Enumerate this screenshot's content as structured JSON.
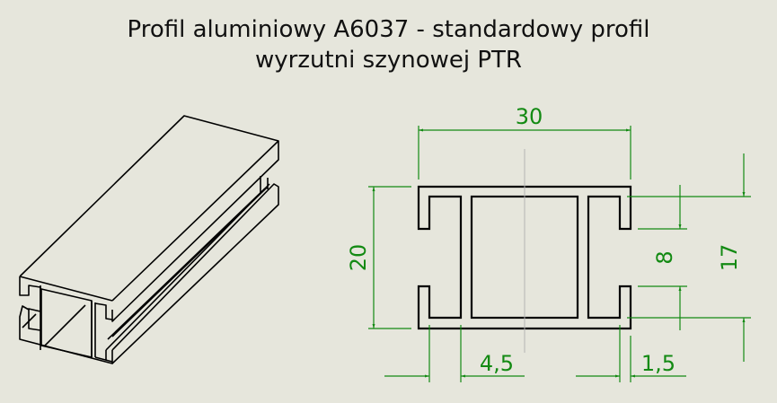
{
  "title": {
    "line1": "Profil aluminiowy A6037 - standardowy profil",
    "line2": "wyrzutni szynowej PTR"
  },
  "colors": {
    "background": "#e6e6dc",
    "outline": "#000000",
    "dimension": "#138a13",
    "centerline": "#b4b4b4"
  },
  "isometric_view": {
    "label": "isometric-profile-view"
  },
  "section_view": {
    "dimensions": {
      "width": "30",
      "height": "20",
      "slot_opening": "8",
      "inner_height": "17",
      "lip_width": "4,5",
      "wall_thickness": "1,5"
    }
  }
}
